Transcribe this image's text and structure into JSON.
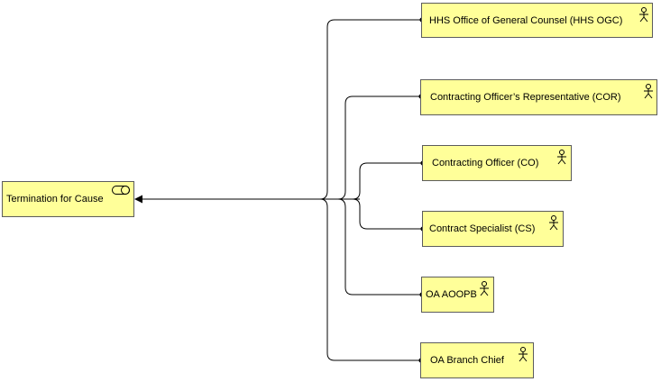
{
  "diagram": {
    "process": {
      "label": "Termination for Cause",
      "icon": "process-icon"
    },
    "actors": [
      {
        "id": "hhs-ogc",
        "label": "HHS Office of General Counsel (HHS OGC)",
        "icon": "actor-icon"
      },
      {
        "id": "cor",
        "label": "Contracting Officer’s Representative (COR)",
        "icon": "actor-icon"
      },
      {
        "id": "co",
        "label": "Contracting Officer (CO)",
        "icon": "actor-icon"
      },
      {
        "id": "cs",
        "label": "Contract Specialist (CS)",
        "icon": "actor-icon"
      },
      {
        "id": "oa-aoopb",
        "label": "OA AOOPB",
        "icon": "actor-icon"
      },
      {
        "id": "oa-branch-chief",
        "label": "OA Branch Chief",
        "icon": "actor-icon"
      }
    ],
    "colors": {
      "node_fill": "#ffff99",
      "node_border": "#5c5c5c",
      "connector": "#000000"
    }
  }
}
